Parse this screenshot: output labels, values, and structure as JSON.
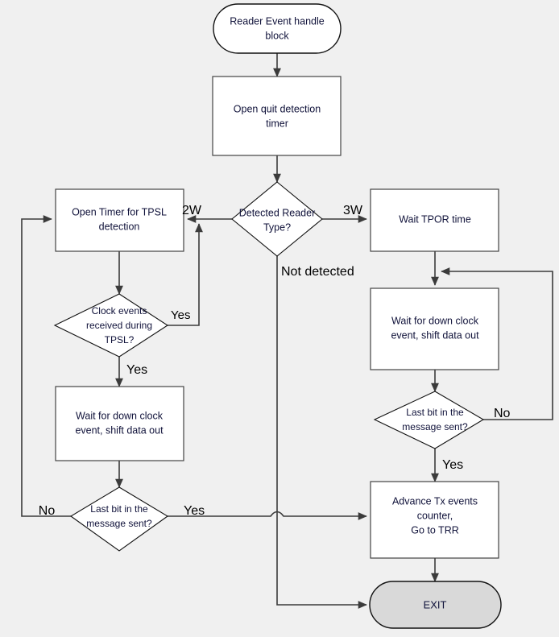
{
  "diagram": {
    "title": "Reader Event handle block flowchart",
    "background_color": "#f0f0f0",
    "line_color": "#3b3b3b",
    "node_fill": "#ffffff",
    "exit_fill": "#d9d9d9",
    "text_color": "#10123a"
  },
  "nodes": {
    "start": {
      "type": "terminator",
      "line1": "Reader Event handle",
      "line2": "block"
    },
    "open_quit_timer": {
      "type": "process",
      "line1": "Open quit detection",
      "line2": "timer"
    },
    "detect_reader_type": {
      "type": "decision",
      "line1": "Detected Reader",
      "line2": "Type?"
    },
    "open_tpsl_timer": {
      "type": "process",
      "line1": "Open Timer for TPSL",
      "line2": "detection"
    },
    "clock_events_tpsl": {
      "type": "decision",
      "line1": "Clock events",
      "line2": "received during",
      "line3": "TPSL?"
    },
    "wait_down_clock_left": {
      "type": "process",
      "line1": "Wait for down clock",
      "line2": "event, shift data out"
    },
    "last_bit_left": {
      "type": "decision",
      "line1": "Last bit in the",
      "line2": "message sent?"
    },
    "wait_tpor": {
      "type": "process",
      "line1": "Wait TPOR time"
    },
    "wait_down_clock_right": {
      "type": "process",
      "line1": "Wait for down clock",
      "line2": "event, shift data out"
    },
    "last_bit_right": {
      "type": "decision",
      "line1": "Last bit in the",
      "line2": "message sent?"
    },
    "advance_tx": {
      "type": "process",
      "line1": "Advance Tx events",
      "line2": "counter,",
      "line3": "Go to TRR"
    },
    "exit": {
      "type": "terminator",
      "line1": "EXIT"
    }
  },
  "edge_labels": {
    "two_wire": "2W",
    "three_wire": "3W",
    "not_detected": "Not detected",
    "clock_yes_right": "Yes",
    "clock_yes_down": "Yes",
    "last_bit_left_no": "No",
    "last_bit_left_yes": "Yes",
    "last_bit_right_no": "No",
    "last_bit_right_yes": "Yes"
  }
}
